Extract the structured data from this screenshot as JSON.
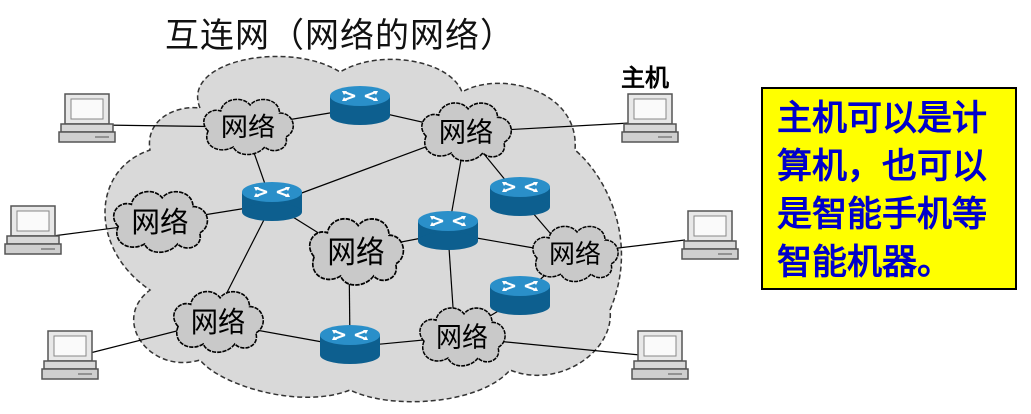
{
  "title": "互连网（网络的网络）",
  "host_label": "主机",
  "note_lines": [
    "主机可以是计",
    "算机，也可以",
    "是智能手机等",
    "智能机器。"
  ],
  "network_label": "网络",
  "colors": {
    "note_bg": "#ffff00",
    "note_text": "#0000cc",
    "router": "#1a80b8",
    "cloud_fill": "#d9d9d9",
    "network_fill": "#c9c9c9"
  },
  "icons": {
    "router": "router-icon",
    "host": "computer-icon",
    "network": "cloud-icon"
  }
}
